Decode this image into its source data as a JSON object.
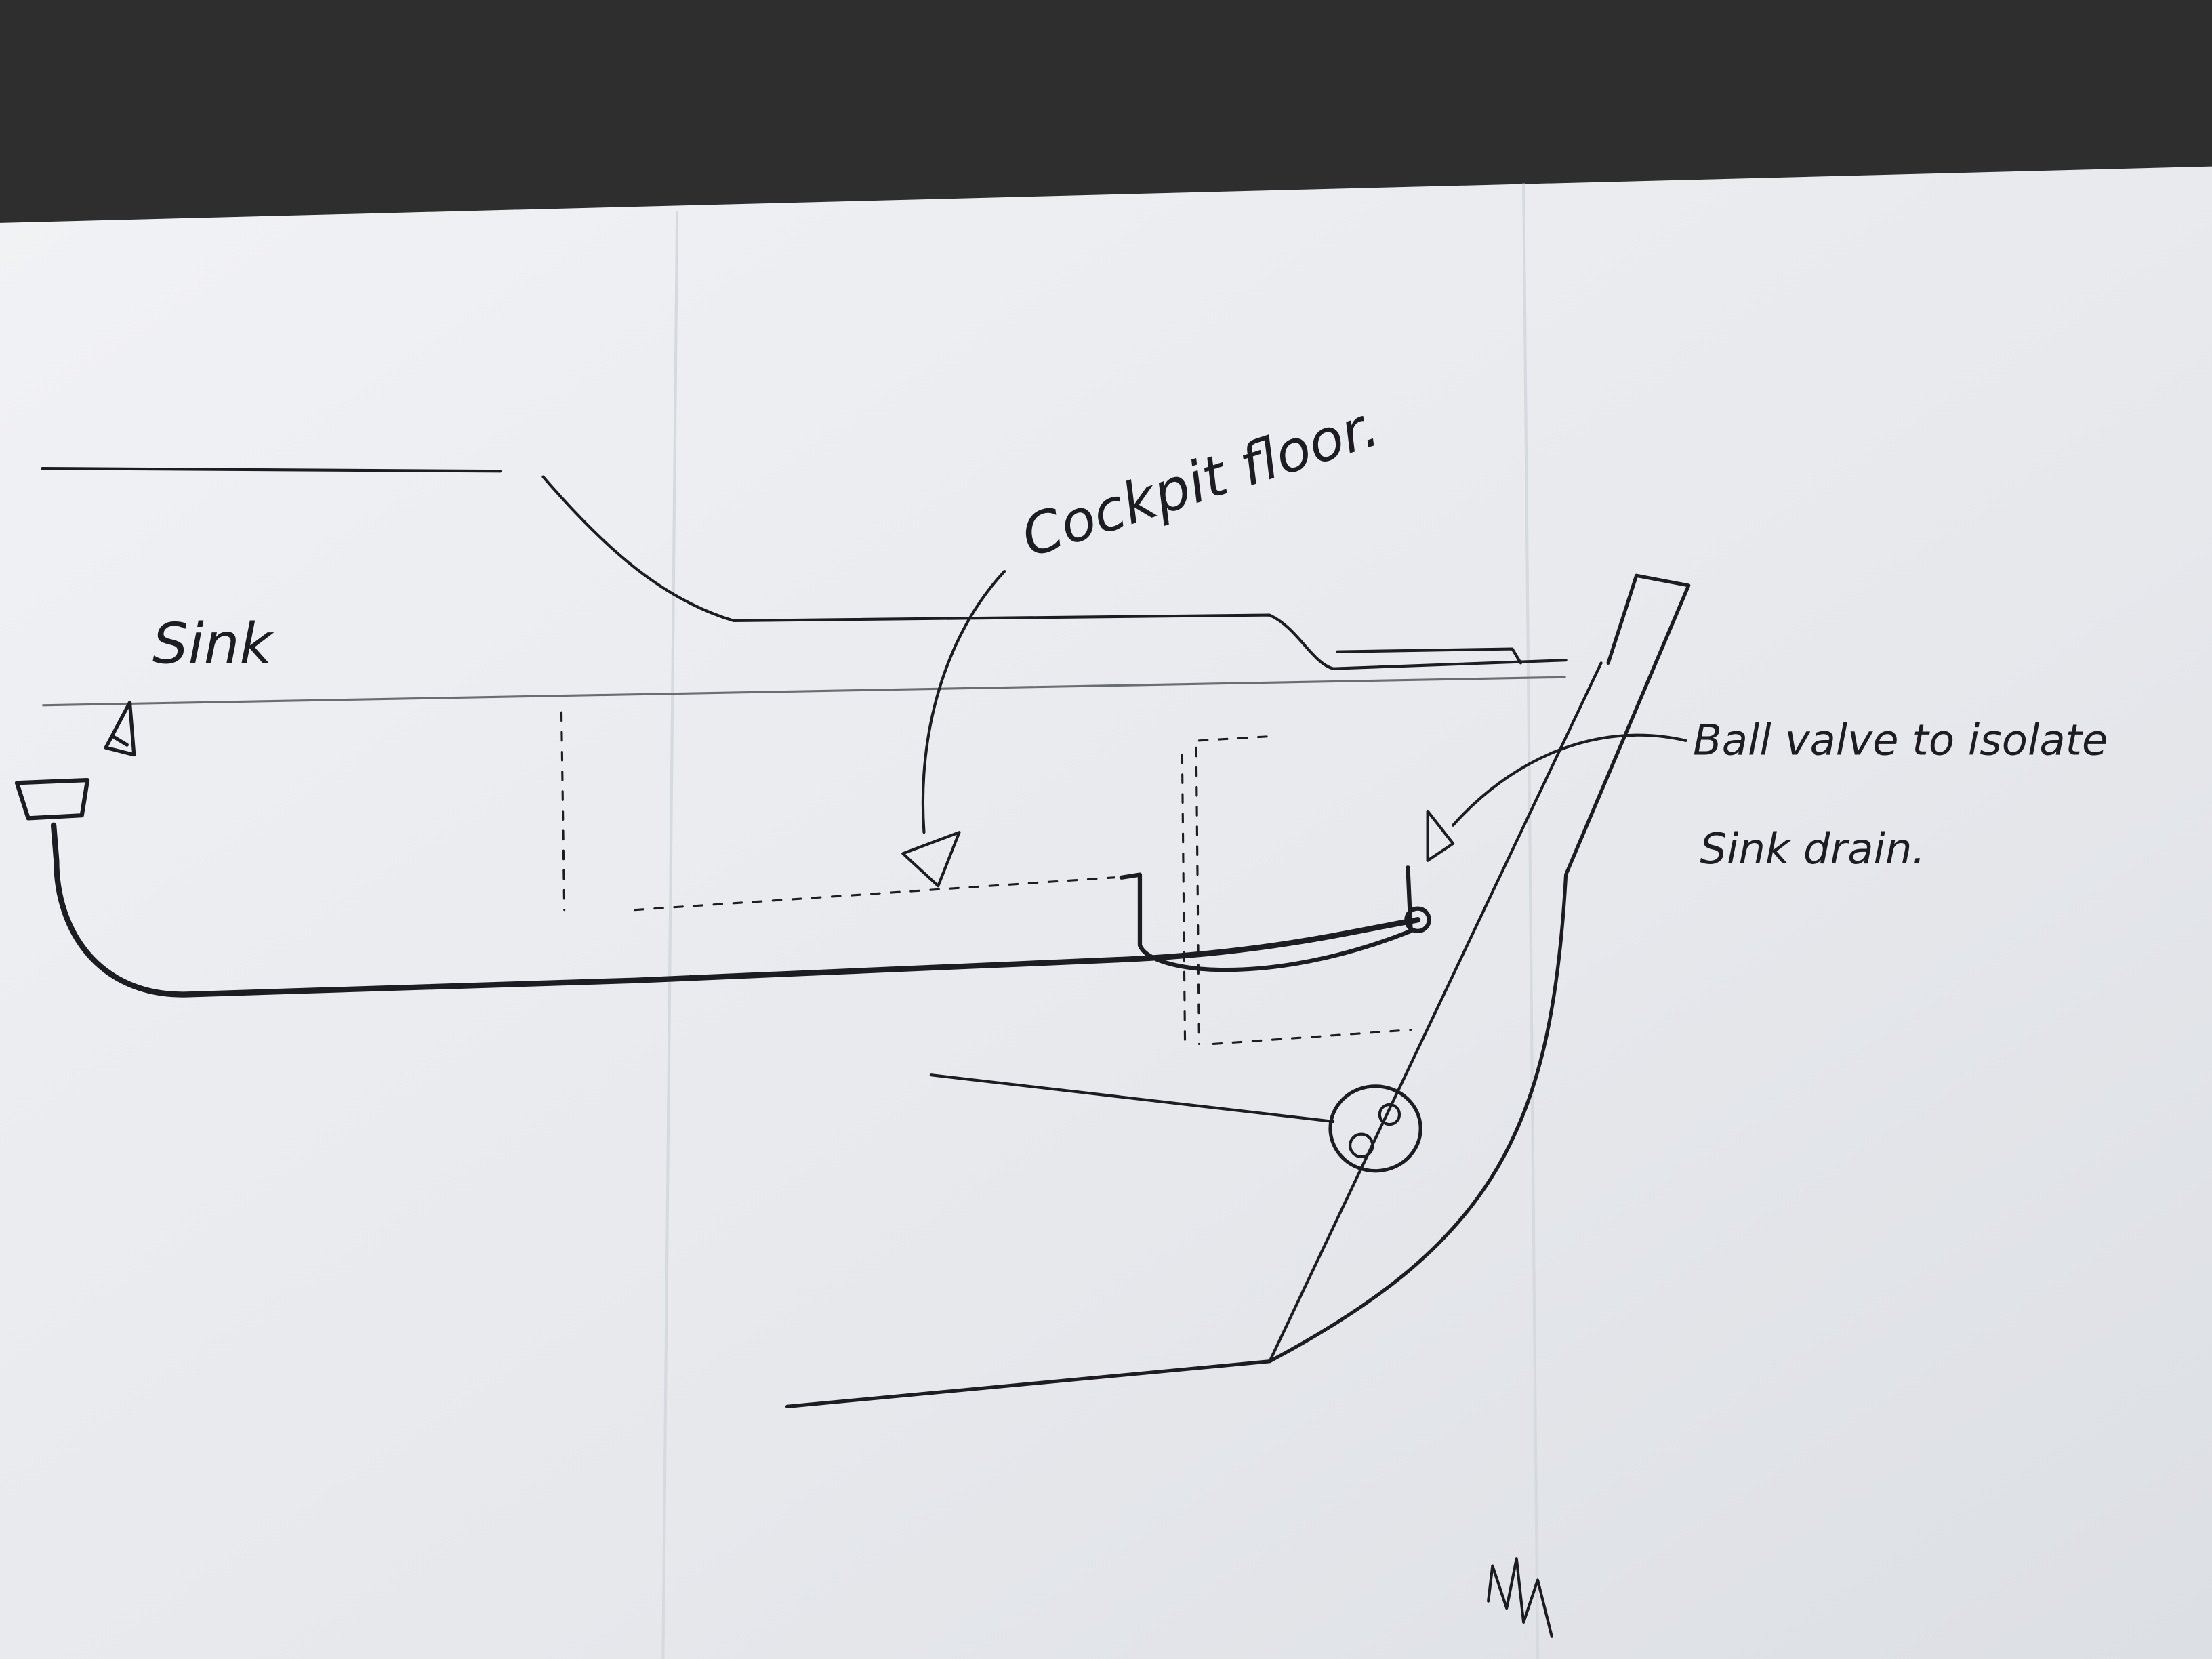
{
  "labels": {
    "sink": "Sink",
    "cockpit_floor": "Cockpit floor.",
    "ball_valve_line1": "Ball valve to isolate",
    "ball_valve_line2": "Sink drain."
  },
  "colors": {
    "background": "#2b2b2b",
    "paper": "#eceef2",
    "ink": "#1c1c22"
  }
}
